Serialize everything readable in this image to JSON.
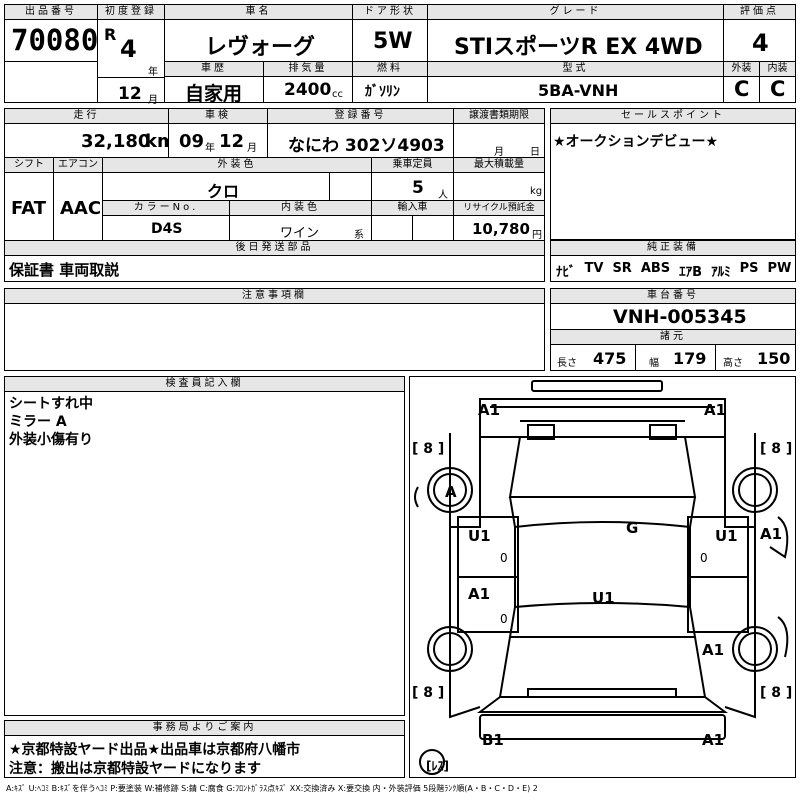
{
  "lot": {
    "header": "出品番号",
    "value": "70080"
  },
  "first_reg": {
    "header": "初度登録",
    "era": "R",
    "year": "4",
    "year_unit": "年",
    "month": "12",
    "month_unit": "月"
  },
  "car_name": {
    "header": "車名",
    "value": "レヴォーグ"
  },
  "door": {
    "header": "ドア形状",
    "value": "5W"
  },
  "grade": {
    "header": "グレード",
    "value": "STIスポーツR EX 4WD"
  },
  "score": {
    "header": "評価点",
    "value": "4"
  },
  "history": {
    "header": "車歴",
    "value": "自家用"
  },
  "displacement": {
    "header": "排気量",
    "value": "2400",
    "unit": "cc"
  },
  "fuel": {
    "header": "燃料",
    "value": "ｶﾞｿﾘﾝ"
  },
  "model": {
    "header": "型式",
    "value": "5BA-VNH"
  },
  "ext_grade": {
    "header": "外装",
    "value": "C"
  },
  "int_grade": {
    "header": "内装",
    "value": "C"
  },
  "mileage": {
    "header": "走行",
    "value": "32,180",
    "unit": "km"
  },
  "inspection": {
    "header": "車検",
    "year": "09",
    "year_unit": "年",
    "month": "12",
    "month_unit": "月"
  },
  "plate": {
    "header": "登録番号",
    "value": "なにわ 302ソ4903"
  },
  "transfer": {
    "header": "譲渡書類期限",
    "year_unit": "月",
    "day_unit": "日"
  },
  "sales_point": {
    "header": "セールスポイント",
    "text": "★オークションデビュー★"
  },
  "shift": {
    "header": "シフト",
    "value": "FAT"
  },
  "aircon": {
    "header": "エアコン",
    "value": "AAC"
  },
  "ext_color": {
    "header": "外装色",
    "value": "クロ"
  },
  "capacity": {
    "header": "乗車定員",
    "value": "5",
    "unit": "人"
  },
  "max_load": {
    "header": "最大積載量",
    "unit": "kg"
  },
  "color_no": {
    "header": "カラーNo.",
    "value": "D4S"
  },
  "int_color": {
    "header": "内装色",
    "value": "ワイン",
    "unit": "系"
  },
  "import": {
    "header": "輸入車"
  },
  "recycle": {
    "header": "リサイクル預託金",
    "value": "10,780",
    "unit": "円"
  },
  "later_items": {
    "header": "後日発送部品",
    "text": "保証書 車両取説"
  },
  "equipment": {
    "header": "純正装備",
    "items": [
      "ﾅﾋﾞ",
      "TV",
      "SR",
      "ABS",
      "ｴｱB",
      "ｱﾙﾐ",
      "PS",
      "PW"
    ]
  },
  "notes": {
    "header": "注意事項欄"
  },
  "chassis": {
    "header": "車台番号",
    "value": "VNH-005345"
  },
  "dims": {
    "header": "諸元",
    "len_label": "長さ",
    "len": "475",
    "wid_label": "幅",
    "wid": "179",
    "hgt_label": "高さ",
    "hgt": "150"
  },
  "inspector": {
    "header": "検査員記入欄",
    "lines": [
      "シートすれ中",
      "ミラー A",
      "外装小傷有り"
    ]
  },
  "diagram": {
    "labels": {
      "a1_tl": "A1",
      "a1_tr": "A1",
      "t8_l": "[ 8 ]",
      "t8_r": "[ 8 ]",
      "a_circle": "A",
      "g": "G",
      "u1_l": "U1",
      "u1_r": "U1",
      "a1_r": "A1",
      "zero_l": "0",
      "zero_r": "0",
      "a1_ml": "A1",
      "zero_ml": "0",
      "u1_c": "U1",
      "a1_br": "A1",
      "b8_l": "[ 8 ]",
      "b8_r": "[ 8 ]",
      "b1_bl": "B1",
      "a1_bl": "A1",
      "tire": "[ﾚｽ]"
    }
  },
  "office": {
    "header": "事務局よりご案内",
    "lines": [
      "★京都特設ヤード出品★出品車は京都府八幡市",
      "注意：搬出は京都特設ヤードになります"
    ]
  },
  "legend": "A:ｷｽﾞ U:ﾍｺﾐ B:ｷｽﾞを伴うﾍｺﾐ P:要塗装 W:補修跡 S:錆 C:腐食 G:ﾌﾛﾝﾄｶﾞﾗｽ点ｷｽﾞ XX:交換済み X:要交換 内・外装評価 5段階ﾗﾝｸ順(A・B・C・D・E) 2"
}
